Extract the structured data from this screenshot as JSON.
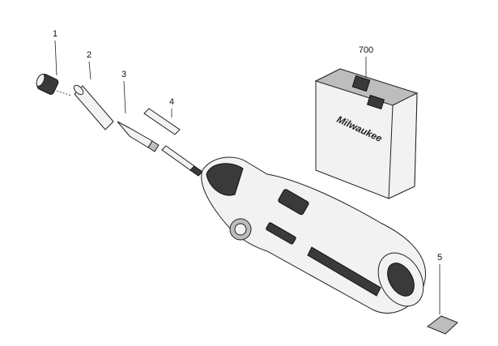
{
  "callouts": [
    {
      "id": "1",
      "label": "1"
    },
    {
      "id": "2",
      "label": "2"
    },
    {
      "id": "3",
      "label": "3"
    },
    {
      "id": "4",
      "label": "4"
    },
    {
      "id": "700",
      "label": "700"
    },
    {
      "id": "5",
      "label": "5"
    }
  ],
  "logo_text": "Milwaukee"
}
